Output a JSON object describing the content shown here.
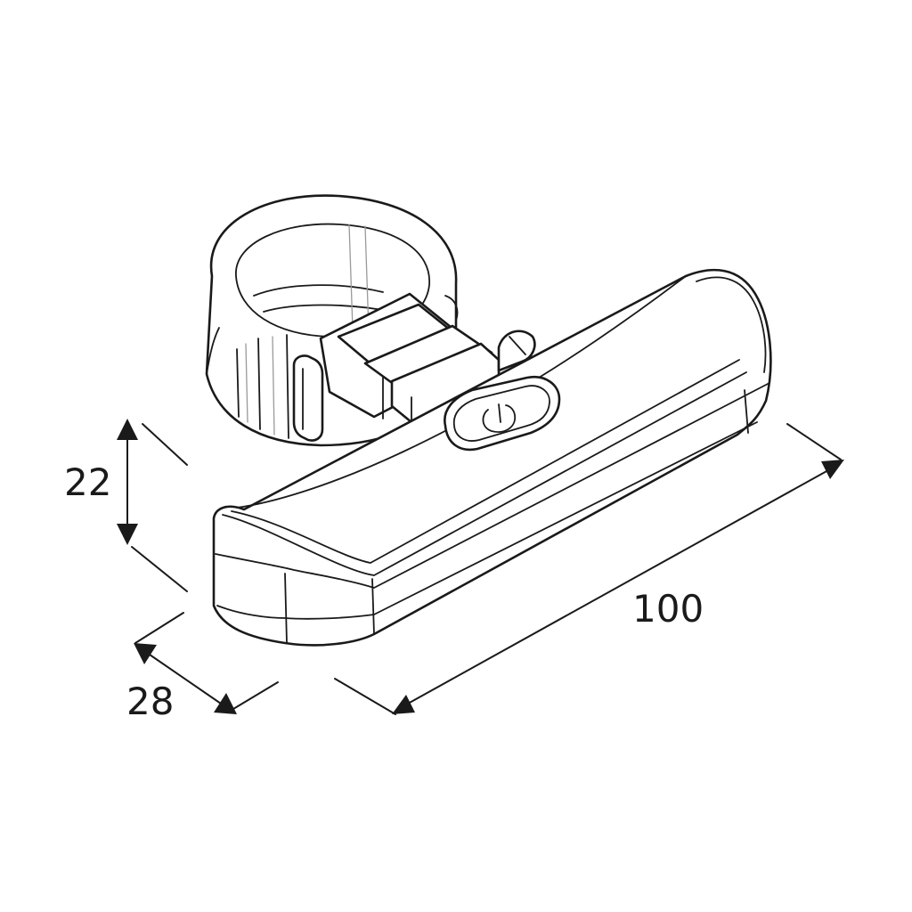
{
  "dimensions": {
    "height": "22",
    "depth": "28",
    "length": "100"
  },
  "colors": {
    "line": "#1a1a1a",
    "background": "#ffffff"
  },
  "icons": {
    "button": "power-icon"
  }
}
